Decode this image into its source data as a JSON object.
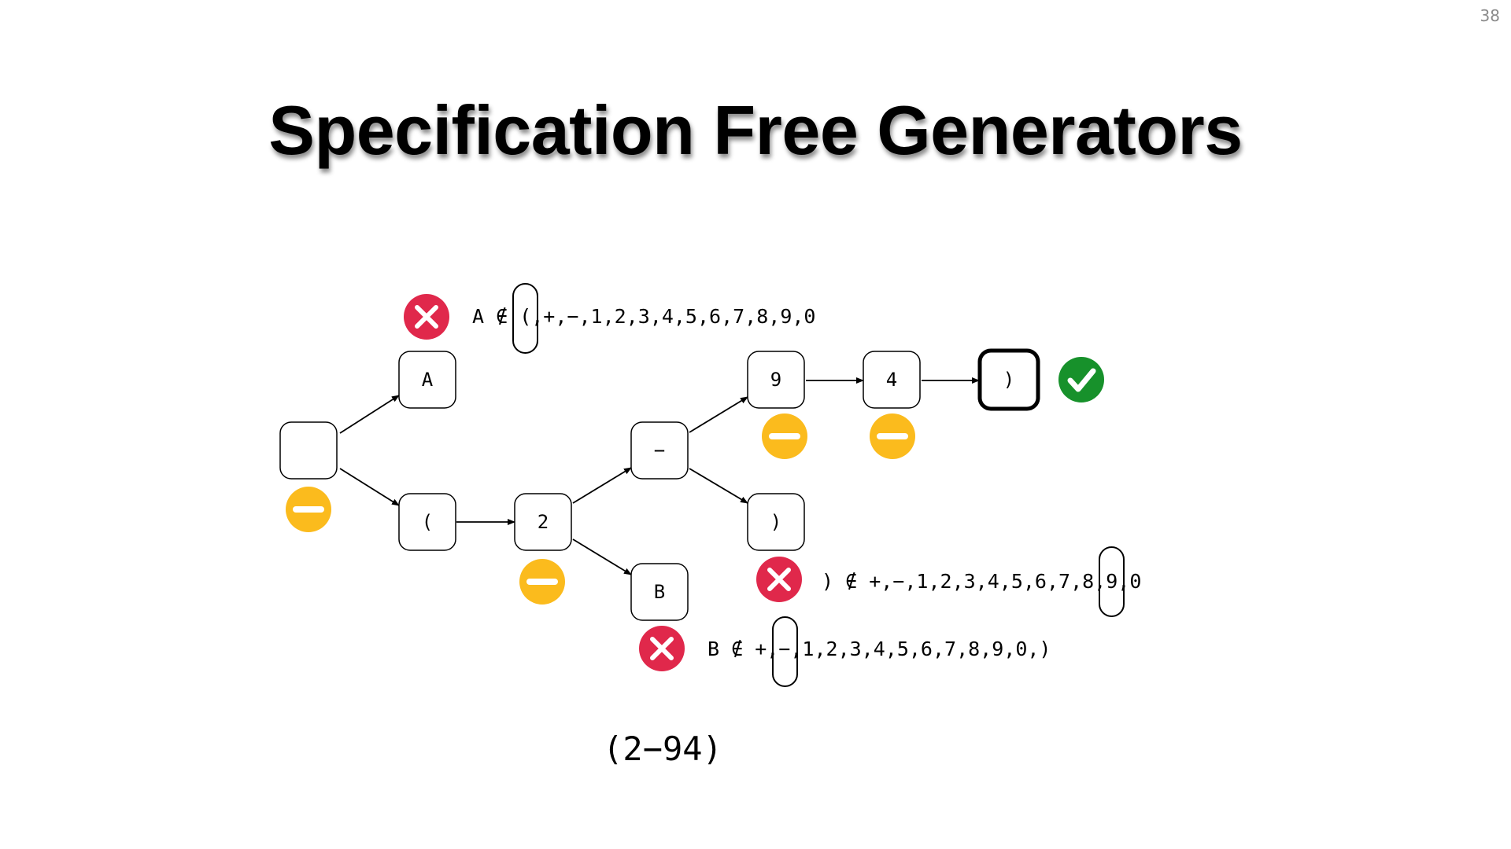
{
  "page_number": "38",
  "title": "Specification Free Generators",
  "nodes": {
    "root": "",
    "a": "A",
    "open_paren": "(",
    "two": "2",
    "minus": "−",
    "b": "B",
    "nine": "9",
    "close_paren_lower": ")",
    "four": "4",
    "close_paren_final": ")"
  },
  "annotations": {
    "a_rejection": "A ∉ (,+,−,1,2,3,4,5,6,7,8,9,0",
    "close_paren_rejection": ") ∉ +,−,1,2,3,4,5,6,7,8,9,0",
    "b_rejection": "B ∉ +,−,1,2,3,4,5,6,7,8,9,0,)"
  },
  "expression": "(2−94)",
  "colors": {
    "reject": "#e0284b",
    "neutral": "#fbbb1d",
    "accept": "#17912b"
  },
  "icons": {
    "reject": "x-circle-icon",
    "neutral": "minus-circle-icon",
    "accept": "check-circle-icon"
  }
}
